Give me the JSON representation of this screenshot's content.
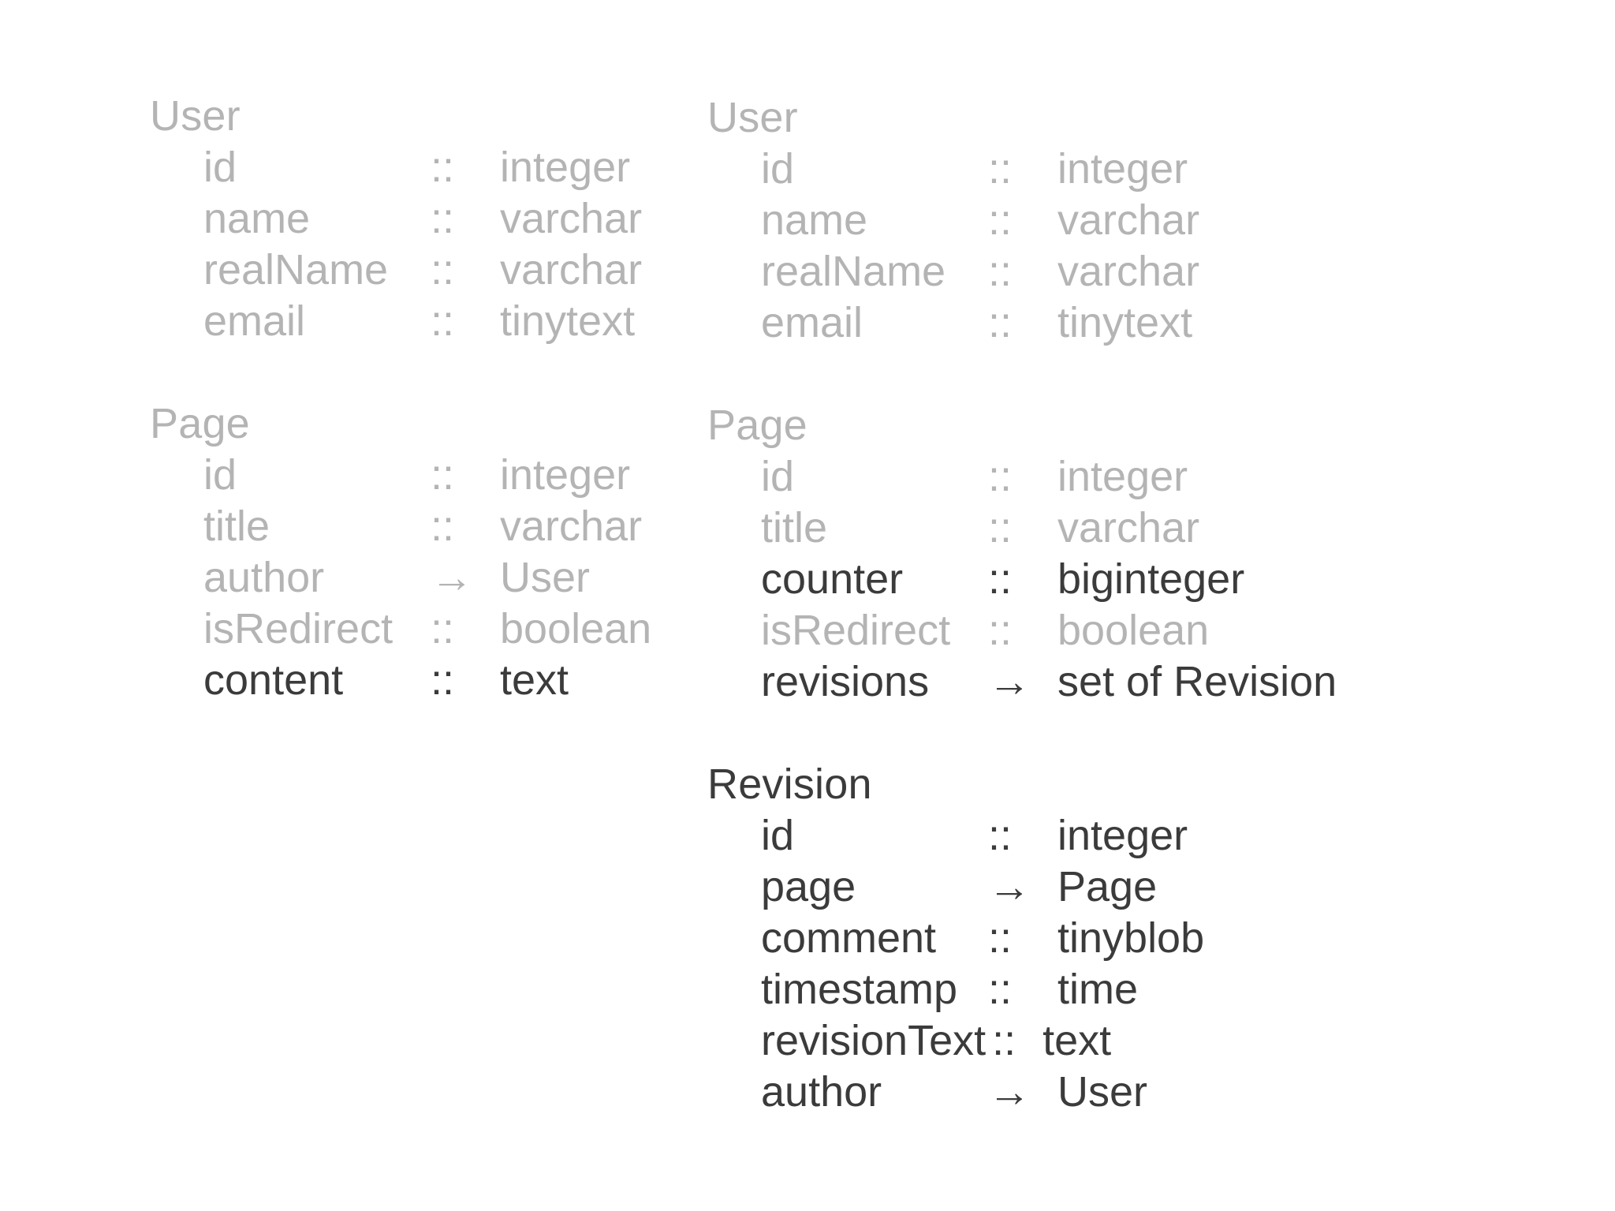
{
  "diagram": {
    "title_visible": false,
    "colors": {
      "muted": "#b4b4b4",
      "strong": "#3b3b3b",
      "background": "#ffffff"
    },
    "symbols": {
      "has_type": "::",
      "references": "→"
    },
    "columns": [
      {
        "id": "left",
        "entities": [
          {
            "name": "User",
            "emphasis": "muted",
            "fields": [
              {
                "name": "id",
                "sep": "::",
                "type": "integer",
                "emphasis": "muted"
              },
              {
                "name": "name",
                "sep": "::",
                "type": "varchar",
                "emphasis": "muted"
              },
              {
                "name": "realName",
                "sep": "::",
                "type": "varchar",
                "emphasis": "muted"
              },
              {
                "name": "email",
                "sep": "::",
                "type": "tinytext",
                "emphasis": "muted"
              }
            ]
          },
          {
            "name": "Page",
            "emphasis": "muted",
            "fields": [
              {
                "name": "id",
                "sep": "::",
                "type": "integer",
                "emphasis": "muted"
              },
              {
                "name": "title",
                "sep": "::",
                "type": "varchar",
                "emphasis": "muted"
              },
              {
                "name": "author",
                "sep": "→",
                "type": "User",
                "emphasis": "muted"
              },
              {
                "name": "isRedirect",
                "sep": "::",
                "type": "boolean",
                "emphasis": "muted"
              },
              {
                "name": "content",
                "sep": "::",
                "type": "text",
                "emphasis": "strong"
              }
            ]
          }
        ]
      },
      {
        "id": "right",
        "entities": [
          {
            "name": "User",
            "emphasis": "muted",
            "fields": [
              {
                "name": "id",
                "sep": "::",
                "type": "integer",
                "emphasis": "muted"
              },
              {
                "name": "name",
                "sep": "::",
                "type": "varchar",
                "emphasis": "muted"
              },
              {
                "name": "realName",
                "sep": "::",
                "type": "varchar",
                "emphasis": "muted"
              },
              {
                "name": "email",
                "sep": "::",
                "type": "tinytext",
                "emphasis": "muted"
              }
            ]
          },
          {
            "name": "Page",
            "emphasis": "muted",
            "fields": [
              {
                "name": "id",
                "sep": "::",
                "type": "integer",
                "emphasis": "muted"
              },
              {
                "name": "title",
                "sep": "::",
                "type": "varchar",
                "emphasis": "muted"
              },
              {
                "name": "counter",
                "sep": "::",
                "type": "biginteger",
                "emphasis": "strong"
              },
              {
                "name": "isRedirect",
                "sep": "::",
                "type": "boolean",
                "emphasis": "muted"
              },
              {
                "name": "revisions",
                "sep": "→",
                "type": "set of Revision",
                "emphasis": "strong"
              }
            ]
          },
          {
            "name": "Revision",
            "emphasis": "strong",
            "fields": [
              {
                "name": "id",
                "sep": "::",
                "type": "integer",
                "emphasis": "strong"
              },
              {
                "name": "page",
                "sep": "→",
                "type": "Page",
                "emphasis": "strong"
              },
              {
                "name": "comment",
                "sep": "::",
                "type": "tinyblob",
                "emphasis": "strong"
              },
              {
                "name": "timestamp",
                "sep": "::",
                "type": "time",
                "emphasis": "strong"
              },
              {
                "name": "revisionText",
                "sep": "::",
                "type": "text",
                "emphasis": "strong",
                "tight": true
              },
              {
                "name": "author",
                "sep": "→",
                "type": "User",
                "emphasis": "strong"
              }
            ]
          }
        ]
      }
    ]
  }
}
